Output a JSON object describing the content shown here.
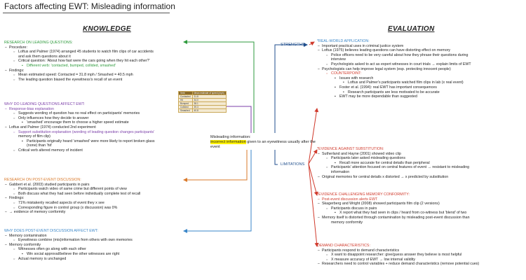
{
  "title": "Factors affecting EWT: Misleading information",
  "knowledge_heading": "KNOWLEDGE",
  "evaluation_heading": "EVALUATION",
  "center_text": {
    "part1": "Misleading information:",
    "highlight": "incorrect information",
    "part2": "given to an eyewitness usually after the event"
  },
  "strengths_label": "STRENGTHS",
  "limitations_label": "LIMITATIONS",
  "table": {
    "header": [
      "Verb",
      "Mean estimate of speed (mph)"
    ],
    "rows": [
      [
        "Contacted",
        "31.8"
      ],
      [
        "Hit",
        "34.0"
      ],
      [
        "Bumped",
        "38.1"
      ],
      [
        "Collided",
        "39.3"
      ],
      [
        "Smashed",
        "40.8"
      ]
    ]
  },
  "sections": {
    "research_leading": {
      "heading": "RESEARCH ON LEADING QUESTIONS:",
      "lines": [
        "Procedure:",
        "Loftus and Palmer (1974) arranged 45 students to watch film clips of car accidents",
        "and ask them questions about it",
        "Critical question: 'About how fast were the cars going when they hit each other?'",
        "Different verb: 'contacted, bumped, collided, smashed'",
        "Findings:",
        "Mean estimated speed: Contacted = 31.8 mph / Smashed = 40.5 mph",
        "The leading question biased the eyewitness's recall of an event"
      ]
    },
    "why_leading": {
      "heading": "WHY DO LEADING QUESTIONS AFFECT EWT:",
      "lines": [
        "Response-bias explanation",
        "Suggests wording of question has no real effect on participants' memories",
        "Only influences how they decide to answer",
        "'smashed' encourage them to choose a higher speed estimate",
        "Loftus and Palmer (1974) conducted 2nd experiment",
        "Support substitution explanation (wording of leading question changes participants'",
        "memory of film clip)",
        "Participants originally heard 'smashed' were more likely to report broken glass",
        "(none) than 'hit'",
        "Critical verb altered memory of incident"
      ]
    },
    "research_post": {
      "heading": "RESEARCH ON POST-EVENT DISCUSSION:",
      "lines": [
        "Gabbert et al. (2003) studied participants in pairs",
        "Participants watch video of same crime but different points of view",
        "Both discuss what they had seen before individually complete test of recall",
        "Findings:",
        "71% mistakenly recalled aspects of event they x see",
        "Corresponding figure in control group (x discussion) was 0%",
        "→ evidence of memory conformity"
      ]
    },
    "why_post": {
      "heading": "WHY DOES POST-EVENT DISCUSSION AFFECT EWT:",
      "lines": [
        "Memory contamination",
        "Eyewitness combine (mis)information from others with own memories",
        "Memory conformity",
        "Witnesses often go along with each other",
        "Win social approval/believe the other witnesses are right",
        "Actual memory is unchanged"
      ]
    },
    "real_world": {
      "heading": "*REAL-WORLD APPLICATION:",
      "lines": [
        "Important practical uses in criminal justice system",
        "Loftus (1975) believes leading questions can have distorting effect on memory",
        "Police officers need to be very careful about how they phrase their questions during",
        "interview",
        "Psychologists asked to act as expert witnesses in court trials → explain limits of EWT",
        "Psychologists can help improve legal system (esp. protecting innocent people)",
        "COUNTERPOINT:",
        "Issues with research",
        "Loftus and Palmer's participants watched film clips in lab (x real event)",
        "Foster et al. (1994): real EWT has important consequences",
        "Research participants are less motivated to be accurate",
        "EWT may be more dependable than suggested"
      ]
    },
    "against_sub": {
      "heading": "*EVIDENCE AGAINST SUBSTITUTION:",
      "lines": [
        "Sutherland and Hayne (2001) showed video clip",
        "Participants later asked misleading questions",
        "Recall more accurate for central details than peripheral",
        "Participants' attention focused on central features of event → resistant to misleading",
        "information",
        "Original memories for central details x distorted → x predicted by substitution"
      ]
    },
    "challenging": {
      "heading": "*EVIDENCE CHALLENGING MEMORY CONFORMITY:",
      "lines": [
        "Post-event discussion alerts EWT",
        "Skagerberg and Wright (2008) showed participants film clip (2 versions)",
        "Participants discuss in pairs",
        "X report what they had seen in clips / heard from co-witness but 'blend' of two",
        "Memory itself is distorted through contamination by misleading post-event discussion than",
        "memory conformity"
      ]
    },
    "demand": {
      "heading": "DEMAND CHARACTERISTICS:",
      "lines": [
        "Participants respond to demand characteristics",
        "X want to disappoint researcher: give/guess answer they believe is most helpful",
        "X measure accuracy of EWT → low internal validity",
        "Researchers need to control variables + reduce demand characteristics (remove potential cues)"
      ]
    }
  },
  "colors": {
    "green": "#2e9a3c",
    "blue": "#3a86c8",
    "orange": "#d9792a",
    "red": "#d03a2c",
    "navy": "#1f4e8c",
    "purple": "#7b3fa8"
  }
}
